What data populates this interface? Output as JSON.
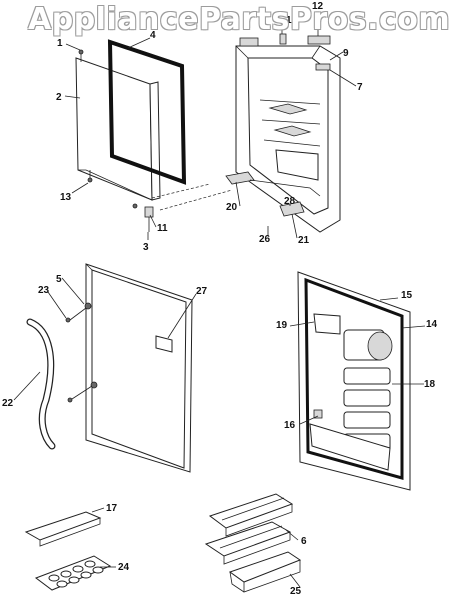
{
  "watermark": "AppliancePartsPros.com",
  "callouts": {
    "c1": "1",
    "c2": "2",
    "c3": "3",
    "c4": "4",
    "c5": "5",
    "c6": "6",
    "c7": "7",
    "c9": "9",
    "c10": "10",
    "c11": "11",
    "c12": "12",
    "c13": "13",
    "c14": "14",
    "c15": "15",
    "c16": "16",
    "c17": "17",
    "c18": "18",
    "c19": "19",
    "c20": "20",
    "c21": "21",
    "c22": "22",
    "c23": "23",
    "c24": "24",
    "c25": "25",
    "c26": "26",
    "c27": "27",
    "c28": "28"
  }
}
